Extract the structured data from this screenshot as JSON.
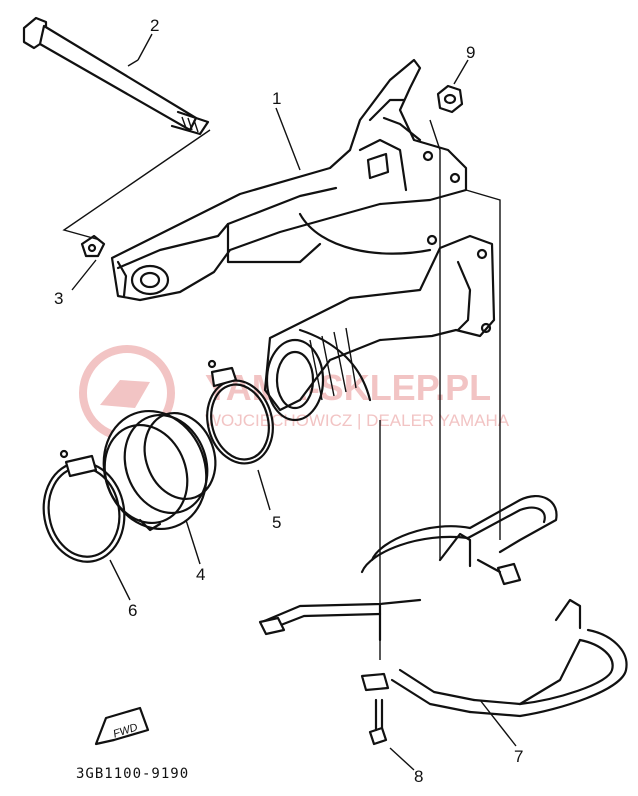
{
  "diagram": {
    "callouts": [
      {
        "id": "1",
        "label": "1"
      },
      {
        "id": "2",
        "label": "2"
      },
      {
        "id": "3",
        "label": "3"
      },
      {
        "id": "4",
        "label": "4"
      },
      {
        "id": "5",
        "label": "5"
      },
      {
        "id": "6",
        "label": "6"
      },
      {
        "id": "7",
        "label": "7"
      },
      {
        "id": "8",
        "label": "8"
      },
      {
        "id": "9",
        "label": "9"
      }
    ],
    "direction_marker": "FWD",
    "drawing_code": "3GB1100-9190"
  },
  "watermark": {
    "brand": "YAMA-SKLEP.PL",
    "dealer": "WOJCIECHOWICZ | DEALER YAMAHA",
    "color": "#f2c4c4"
  }
}
